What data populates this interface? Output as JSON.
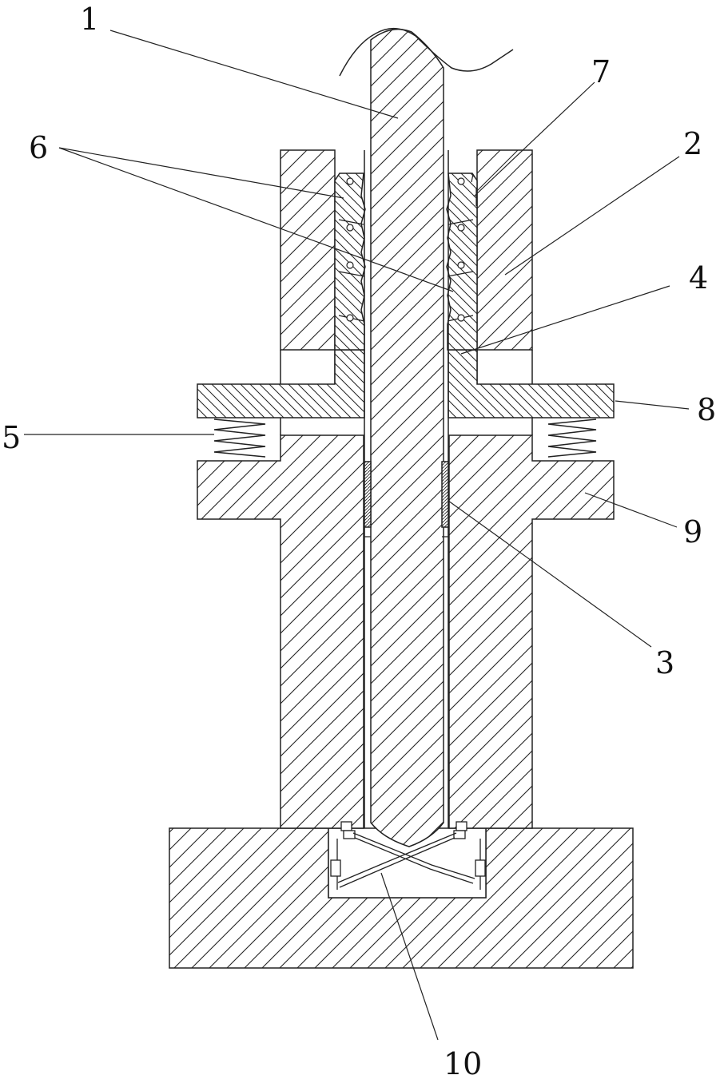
{
  "labels": {
    "l1": "1",
    "l2": "2",
    "l3": "3",
    "l4": "4",
    "l5": "5",
    "l6": "6",
    "l7": "7",
    "l8": "8",
    "l9": "9",
    "l10": "10"
  },
  "colors": {
    "line": "#222222",
    "background": "#ffffff"
  }
}
